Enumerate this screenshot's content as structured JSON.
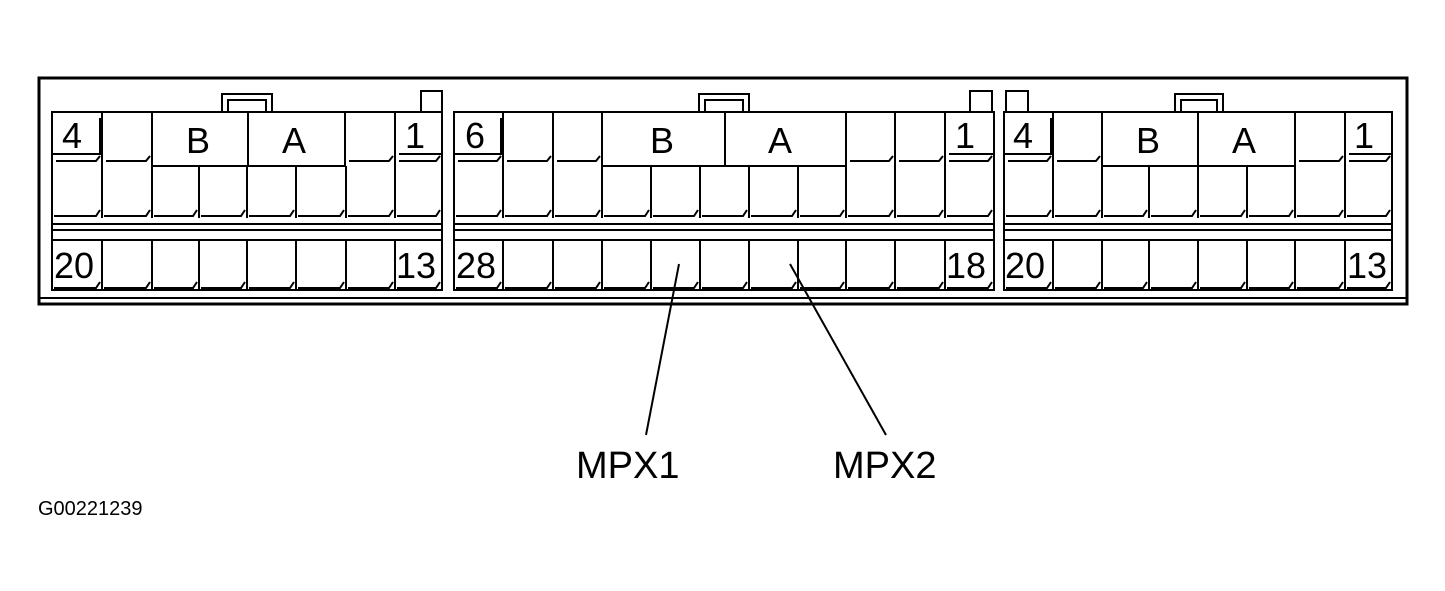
{
  "connectors": [
    {
      "id": "left",
      "pin_labels": {
        "top_left": "4",
        "top_right": "1",
        "bottom_left": "20",
        "bottom_right": "13"
      },
      "key_labels": {
        "b": "B",
        "a": "A"
      }
    },
    {
      "id": "middle",
      "pin_labels": {
        "top_left": "6",
        "top_right": "1",
        "bottom_left": "28",
        "bottom_right": "18"
      },
      "key_labels": {
        "b": "B",
        "a": "A"
      }
    },
    {
      "id": "right",
      "pin_labels": {
        "top_left": "4",
        "top_right": "1",
        "bottom_left": "20",
        "bottom_right": "13"
      },
      "key_labels": {
        "b": "B",
        "a": "A"
      }
    }
  ],
  "callouts": {
    "mpx1": "MPX1",
    "mpx2": "MPX2"
  },
  "figure_code": "G00221239",
  "colors": {
    "line": "#000000",
    "background": "#ffffff"
  }
}
